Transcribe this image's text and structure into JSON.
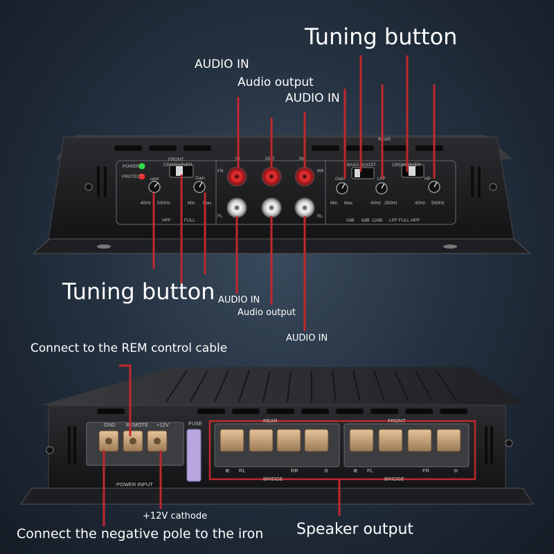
{
  "callouts": {
    "tuning_top": "Tuning button",
    "tuning_bottom": "Tuning button",
    "audio_in_top_left": "AUDIO IN",
    "audio_output_top": "Audio output",
    "audio_in_top_right": "AUDIO IN",
    "audio_in_bottom_left": "AUDIO IN",
    "audio_output_bottom": "Audio output",
    "audio_in_bottom_right": "AUDIO IN",
    "rem_cable": "Connect to the REM control cable",
    "plus12v": "+12V cathode",
    "negative_pole": "Connect the negative pole to the iron",
    "speaker_output": "Speaker output"
  },
  "front_panel": {
    "power": "POWER",
    "protect": "PROTECT",
    "front": "FRONT",
    "crossover_front": "CROSSOVER",
    "hpf_front": "HPF",
    "hz40_front": "40Hz",
    "hz500_front": "500Hz",
    "hpf_bottom": "HPF",
    "full_front": "FULL",
    "gain_front": "Gain",
    "min_front": "Min",
    "max_front": "Max",
    "fr": "FR",
    "fl": "FL",
    "in_left": "IN",
    "out": "OUT",
    "in_right": "IN",
    "rr": "RR",
    "rl": "RL",
    "rear": "REAR",
    "bass_boost": "BASS BOOST",
    "crossover_rear": "CROSSOVER",
    "gain_rear": "Gain",
    "min_rear": "Min",
    "max_rear": "Max",
    "db0": "0dB",
    "db6": "6dB",
    "db12": "12dB",
    "lpf": "LPF",
    "hz40_lpf": "40Hz",
    "hz250_lpf": "250Hz",
    "lpf_full_hpf": "LPF FULL HPF",
    "hp": "HP",
    "hz40_hp": "40Hz",
    "hz500_hp": "500Hz"
  },
  "rear_panel": {
    "gnd": "GND",
    "remote": "REMOTE",
    "plus12": "+12V",
    "fuse": "FUSE",
    "power_input": "POWER INPUT",
    "rear": "REAR",
    "front": "FRONT",
    "bridge_left": "BRIDGE",
    "bridge_right": "BRIDGE",
    "rl": "RL",
    "rr": "RR",
    "fl": "FL",
    "fr": "FR",
    "plus": "⊕",
    "minus": "⊖"
  },
  "colors": {
    "pointer_line": "#c0282d",
    "chassis": "#1a1a1c",
    "panel": "#2a2b2e",
    "rca_red": "#c41e22",
    "rca_white": "#e8e8e8",
    "fuse": "#b9a6e0",
    "highlight_box": "#c0282d"
  }
}
